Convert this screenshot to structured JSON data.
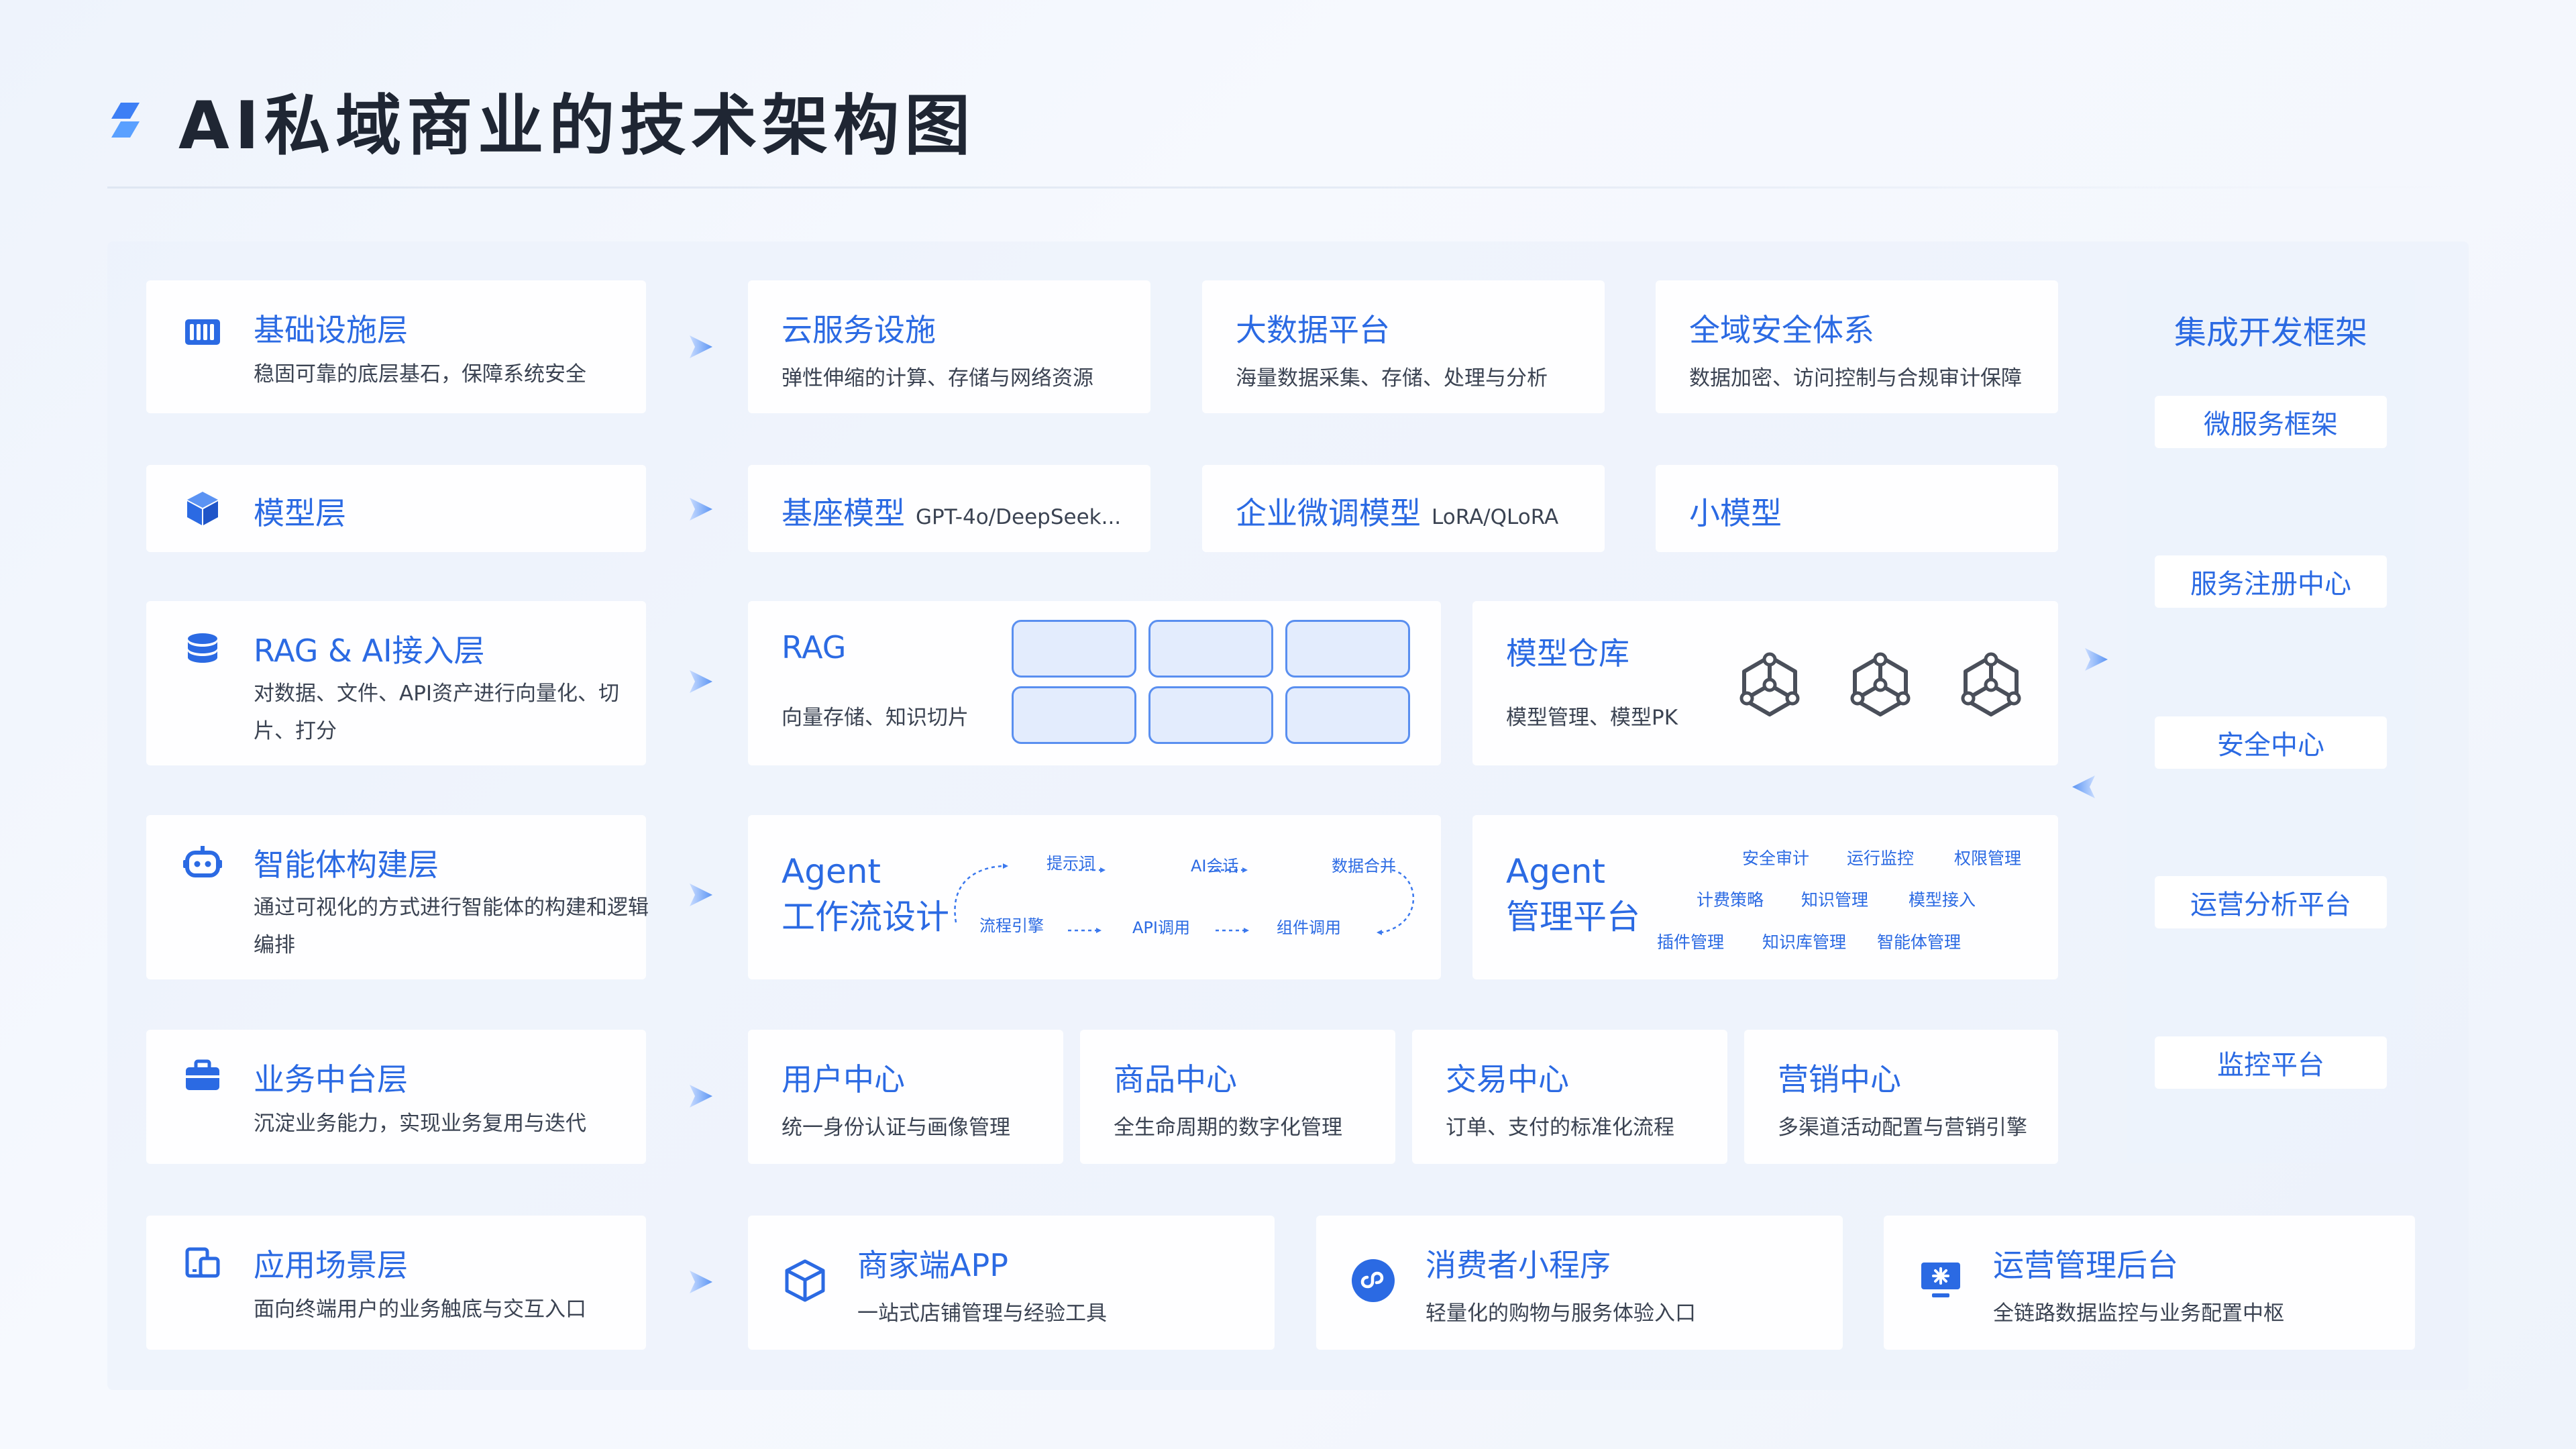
{
  "title": "AI私域商业的技术架构图",
  "layers": {
    "infra": {
      "title": "基础设施层",
      "desc": "稳固可靠的底层基石，保障系统安全"
    },
    "model": {
      "title": "模型层"
    },
    "rag": {
      "title": "RAG & AI接入层",
      "desc": "对数据、文件、API资产进行向量化、切片、打分"
    },
    "agent": {
      "title": "智能体构建层",
      "desc": "通过可视化的方式进行智能体的构建和逻辑编排"
    },
    "business": {
      "title": "业务中台层",
      "desc": "沉淀业务能力，实现业务复用与迭代"
    },
    "app": {
      "title": "应用场景层",
      "desc": "面向终端用户的业务触底与交互入口"
    }
  },
  "infra_cards": [
    {
      "title": "云服务设施",
      "desc": "弹性伸缩的计算、存储与网络资源"
    },
    {
      "title": "大数据平台",
      "desc": "海量数据采集、存储、处理与分析"
    },
    {
      "title": "全域安全体系",
      "desc": "数据加密、访问控制与合规审计保障"
    }
  ],
  "model_cards": [
    {
      "title": "基座模型",
      "sub": "GPT-4o/DeepSeek..."
    },
    {
      "title": "企业微调模型",
      "sub": "LoRA/QLoRA"
    },
    {
      "title": "小模型",
      "sub": ""
    }
  ],
  "rag_card": {
    "title": "RAG",
    "desc": "向量存储、知识切片"
  },
  "model_repo": {
    "title": "模型仓库",
    "desc": "模型管理、模型PK"
  },
  "agent_workflow": {
    "title_line1": "Agent",
    "title_line2": "工作流设计",
    "steps_row1": [
      "提示词",
      "AI会话",
      "数据合并"
    ],
    "steps_row2": [
      "流程引擎",
      "API调用",
      "组件调用"
    ]
  },
  "agent_mgmt": {
    "title_line1": "Agent",
    "title_line2": "管理平台",
    "row1": [
      "安全审计",
      "运行监控",
      "权限管理"
    ],
    "row2": [
      "计费策略",
      "知识管理",
      "模型接入"
    ],
    "row3": [
      "插件管理",
      "知识库管理",
      "智能体管理"
    ]
  },
  "business_cards": [
    {
      "title": "用户中心",
      "desc": "统一身份认证与画像管理"
    },
    {
      "title": "商品中心",
      "desc": "全生命周期的数字化管理"
    },
    {
      "title": "交易中心",
      "desc": "订单、支付的标准化流程"
    },
    {
      "title": "营销中心",
      "desc": "多渠道活动配置与营销引擎"
    }
  ],
  "app_cards": [
    {
      "title": "商家端APP",
      "desc": "一站式店铺管理与经验工具",
      "icon": "cube-icon"
    },
    {
      "title": "消费者小程序",
      "desc": "轻量化的购物与服务体验入口",
      "icon": "mini-program-icon"
    },
    {
      "title": "运营管理后台",
      "desc": "全链路数据监控与业务配置中枢",
      "icon": "monitor-icon"
    }
  ],
  "side_panel": {
    "title": "集成开发框架",
    "items": [
      "微服务框架",
      "服务注册中心",
      "安全中心",
      "运营分析平台",
      "监控平台"
    ]
  },
  "colors": {
    "accent": "#2b6ae3",
    "text": "#3b4352",
    "title": "#1f2633",
    "card": "#ffffff"
  }
}
